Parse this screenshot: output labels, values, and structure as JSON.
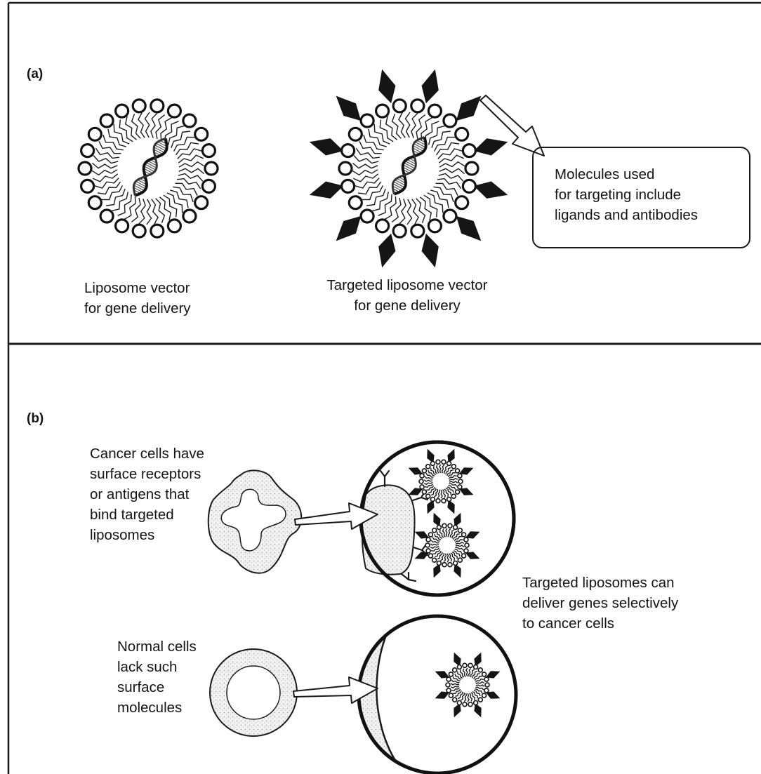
{
  "panel_a": {
    "label": "(a)",
    "liposome_caption": [
      "Liposome vector",
      "for gene delivery"
    ],
    "targeted_caption": [
      "Targeted liposome vector",
      "for gene delivery"
    ],
    "callout": [
      "Molecules used",
      "for targeting include",
      "ligands and antibodies"
    ]
  },
  "panel_b": {
    "label": "(b)",
    "cancer_text": [
      "Cancer cells have",
      "surface receptors",
      "or antigens that",
      "bind targeted",
      "liposomes"
    ],
    "normal_text": [
      "Normal cells",
      "lack such",
      "surface",
      "molecules"
    ],
    "delivery_text": [
      "Targeted liposomes can",
      "deliver genes selectively",
      "to cancer cells"
    ]
  }
}
